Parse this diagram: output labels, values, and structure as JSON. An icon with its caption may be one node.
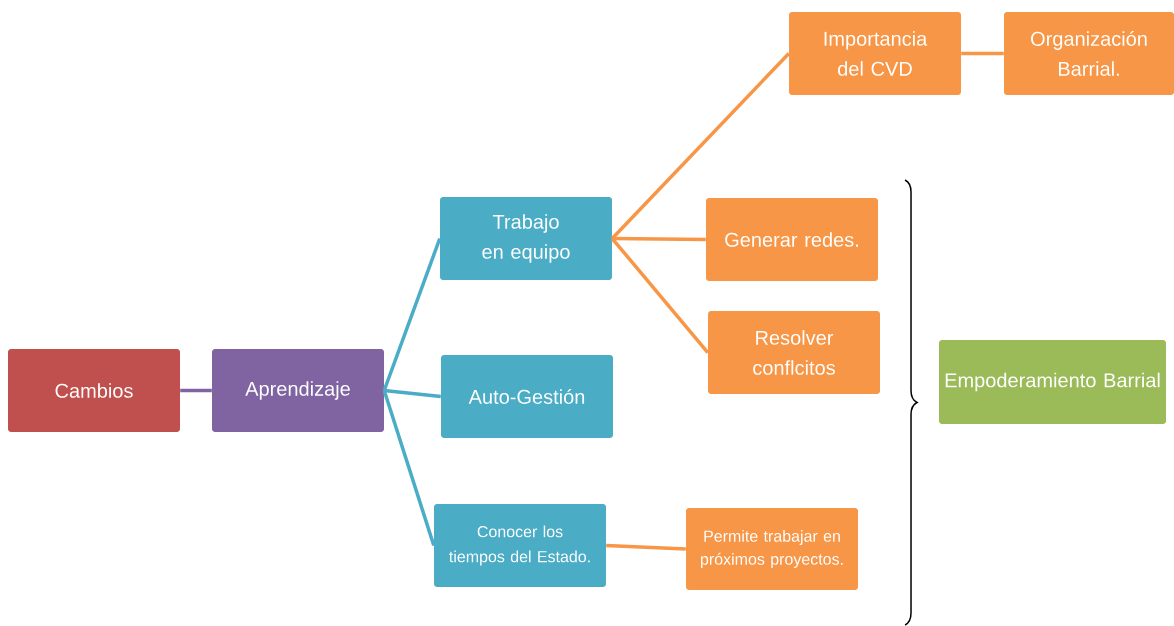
{
  "diagram": {
    "nodes": [
      {
        "text": [
          "Cambios"
        ]
      },
      {
        "text": [
          "Aprendizaje"
        ]
      },
      {
        "text": [
          "Trabajo en equipo"
        ]
      },
      {
        "text": [
          "Auto-Gestión"
        ]
      },
      {
        "text": [
          "Conocer los tiempos del Estado."
        ]
      },
      {
        "text": [
          "Importancia del CVD"
        ]
      },
      {
        "text": [
          "Organización Barrial."
        ]
      },
      {
        "text": [
          "Generar redes."
        ]
      },
      {
        "text": [
          "Resolver conflcitos"
        ]
      },
      {
        "text": [
          "Permite trabajar en próximos proyectos."
        ]
      },
      {
        "text": [
          "Empoderamiento Barrial"
        ]
      }
    ],
    "edges": [
      {
        "from": 0,
        "to": 1,
        "arrow": "none",
        "color": "#8064a2"
      },
      {
        "from": 1,
        "to": 2,
        "arrow": "none",
        "color": "#4bacc6"
      },
      {
        "from": 1,
        "to": 3,
        "arrow": "none",
        "color": "#4bacc6"
      },
      {
        "from": 1,
        "to": 4,
        "arrow": "none",
        "color": "#4bacc6"
      },
      {
        "from": 2,
        "to": 5,
        "arrow": "none"
      },
      {
        "from": 5,
        "to": 6,
        "arrow": "none"
      },
      {
        "from": 2,
        "to": 7,
        "arrow": "none"
      },
      {
        "from": 2,
        "to": 8,
        "arrow": "none"
      },
      {
        "from": 4,
        "to": 9,
        "arrow": "none"
      }
    ]
  }
}
